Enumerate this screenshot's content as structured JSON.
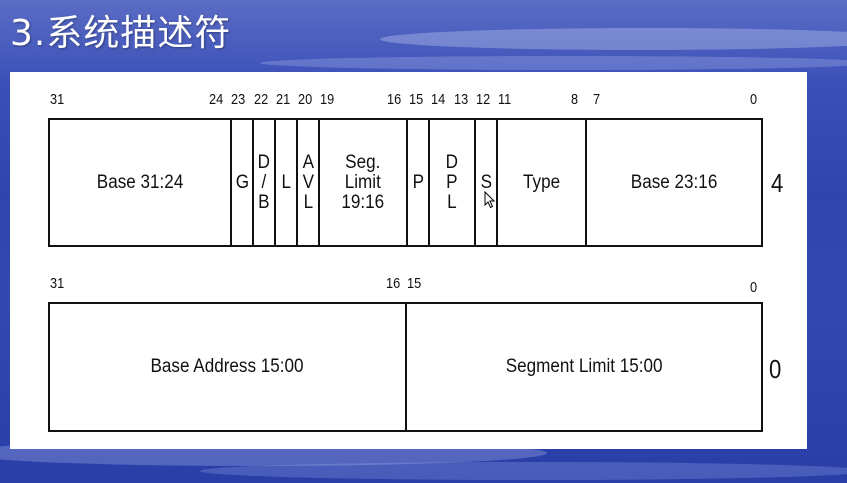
{
  "title": "3.系统描述符",
  "row1": {
    "bits": {
      "b31": "31",
      "b24": "24",
      "b23": "23",
      "b22": "22",
      "b21": "21",
      "b20": "20",
      "b19": "19",
      "b16": "16",
      "b15": "15",
      "b14": "14",
      "b13": "13",
      "b12": "12",
      "b11": "11",
      "b8": "8",
      "b7": "7",
      "b0": "0"
    },
    "fields": {
      "base_hi": "Base 31:24",
      "g": "G",
      "db": "D\n/\nB",
      "l": "L",
      "avl": "A\nV\nL",
      "seg_limit": "Seg.\nLimit\n19:16",
      "p": "P",
      "dpl": "D\nP\nL",
      "s": "S",
      "type": "Type",
      "base_mid": "Base 23:16"
    },
    "label": "4"
  },
  "row2": {
    "bits": {
      "b31": "31",
      "b16": "16",
      "b15": "15",
      "b0": "0"
    },
    "fields": {
      "base_addr": "Base Address 15:00",
      "seg_limit": "Segment Limit 15:00"
    },
    "label": "0"
  }
}
